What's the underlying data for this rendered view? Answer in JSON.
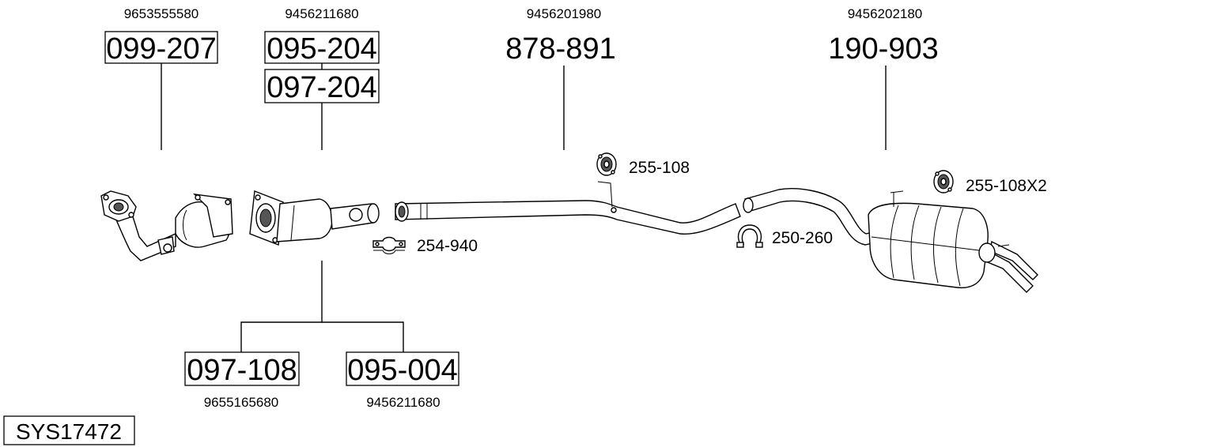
{
  "system_code": "SYS17472",
  "parts": [
    {
      "id": "p1",
      "oe": "9653555580",
      "part": "099-207",
      "boxed": true
    },
    {
      "id": "p2a",
      "oe": "9456211680",
      "part": "095-204",
      "boxed": true
    },
    {
      "id": "p2b",
      "oe": "",
      "part": "097-204",
      "boxed": true
    },
    {
      "id": "p3",
      "oe": "9456201980",
      "part": "878-891",
      "boxed": false
    },
    {
      "id": "p4",
      "oe": "9456202180",
      "part": "190-903",
      "boxed": false
    },
    {
      "id": "p5",
      "oe": "9655165680",
      "part": "097-108",
      "boxed": true
    },
    {
      "id": "p6",
      "oe": "9456211680",
      "part": "095-004",
      "boxed": true
    }
  ],
  "accessories": [
    {
      "id": "a1",
      "part": "255-108",
      "icon": "rubber-hanger-icon"
    },
    {
      "id": "a2",
      "part": "254-940",
      "icon": "pipe-clamp-icon"
    },
    {
      "id": "a3",
      "part": "250-260",
      "icon": "pipe-clamp-icon"
    },
    {
      "id": "a4",
      "part": "255-108X2",
      "icon": "rubber-hanger-icon"
    }
  ]
}
